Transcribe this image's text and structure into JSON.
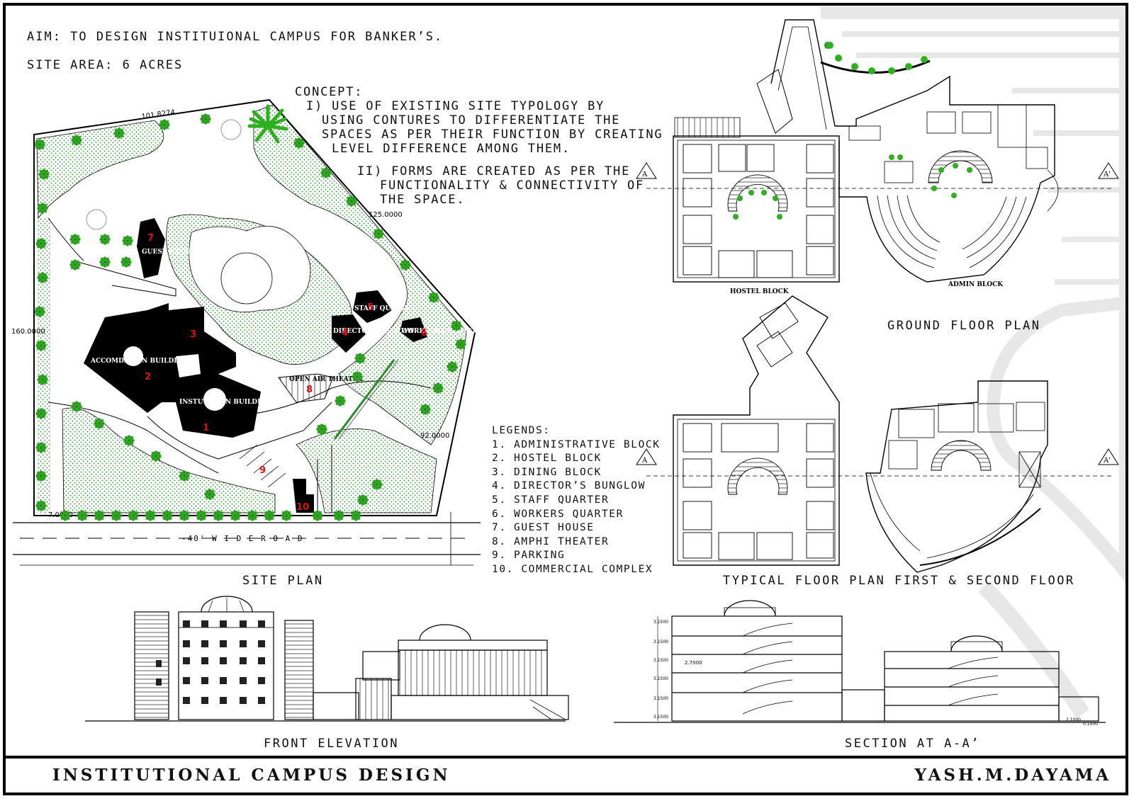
{
  "header": {
    "aim": "AIM: TO DESIGN INSTITUIONAL CAMPUS FOR BANKER’S.",
    "site_area": "SITE AREA: 6 ACRES"
  },
  "concept": {
    "title": "CONCEPT:",
    "lines": [
      "I) USE OF EXISTING SITE TYPOLOGY BY",
      "USING CONTURES TO DIFFERENTIATE THE",
      "SPACES AS PER THEIR FUNCTION BY CREATING",
      "LEVEL DIFFERENCE AMONG THEM.",
      "II) FORMS ARE CREATED AS PER THE",
      "FUNCTIONALITY & CONNECTIVITY OF",
      "THE SPACE."
    ]
  },
  "site_plan": {
    "dims": {
      "top": "101.8274",
      "left": "160.0000",
      "diag": "125.0000",
      "right": "92.0000",
      "bottom": "7.0000"
    },
    "road": "-40' W I D E  R O A D",
    "building_labels": {
      "accomodation": "ACCOMDATION BUILDING",
      "institution": "INSTUTATION BUILDING",
      "guest": "GUEST HOUSE",
      "amphi": "OPEN AIR THEATER",
      "staff": "STAFF QUARTER",
      "director": "DIRECTOR BUNGLOW",
      "workers": "WORKERS QUARTER"
    },
    "numbers": [
      "1",
      "2",
      "3",
      "4",
      "5",
      "6",
      "7",
      "8",
      "9",
      "10"
    ]
  },
  "legends": {
    "title": "LEGENDS:",
    "items": [
      "1. ADMINISTRATIVE BLOCK",
      "2. HOSTEL BLOCK",
      "3. DINING BLOCK",
      "4. DIRECTOR’S BUNGLOW",
      "5. STAFF QUARTER",
      "6. WORKERS QUARTER",
      "7. GUEST HOUSE",
      "8. AMPHI THEATER",
      "9. PARKING",
      "10. COMMERCIAL COMPLEX"
    ]
  },
  "plans": {
    "hostel_label": "HOSTEL BLOCK",
    "admin_label": "ADMIN BLOCK",
    "section_mark_a": "A",
    "section_mark_a2": "A'"
  },
  "section_dims": [
    "3.1500",
    "3.1500",
    "3.1500",
    "3.1500",
    "3.1500",
    "3.1500",
    "2.7000",
    "2.1000",
    "0.1500"
  ],
  "captions": {
    "site_plan": "SITE PLAN",
    "ground_floor": "GROUND FLOOR PLAN",
    "typical_floor": "TYPICAL FLOOR PLAN FIRST & SECOND FLOOR",
    "front_elevation": "FRONT ELEVATION",
    "section": "SECTION AT A-A’"
  },
  "footer": {
    "title": "INSTITUTIONAL CAMPUS DESIGN",
    "author": "YASH.M.DAYAMA"
  },
  "colors": {
    "tree": "#27a61c",
    "hatch": "#2b8c2b",
    "number_red": "#e01010",
    "ink": "#111111"
  }
}
